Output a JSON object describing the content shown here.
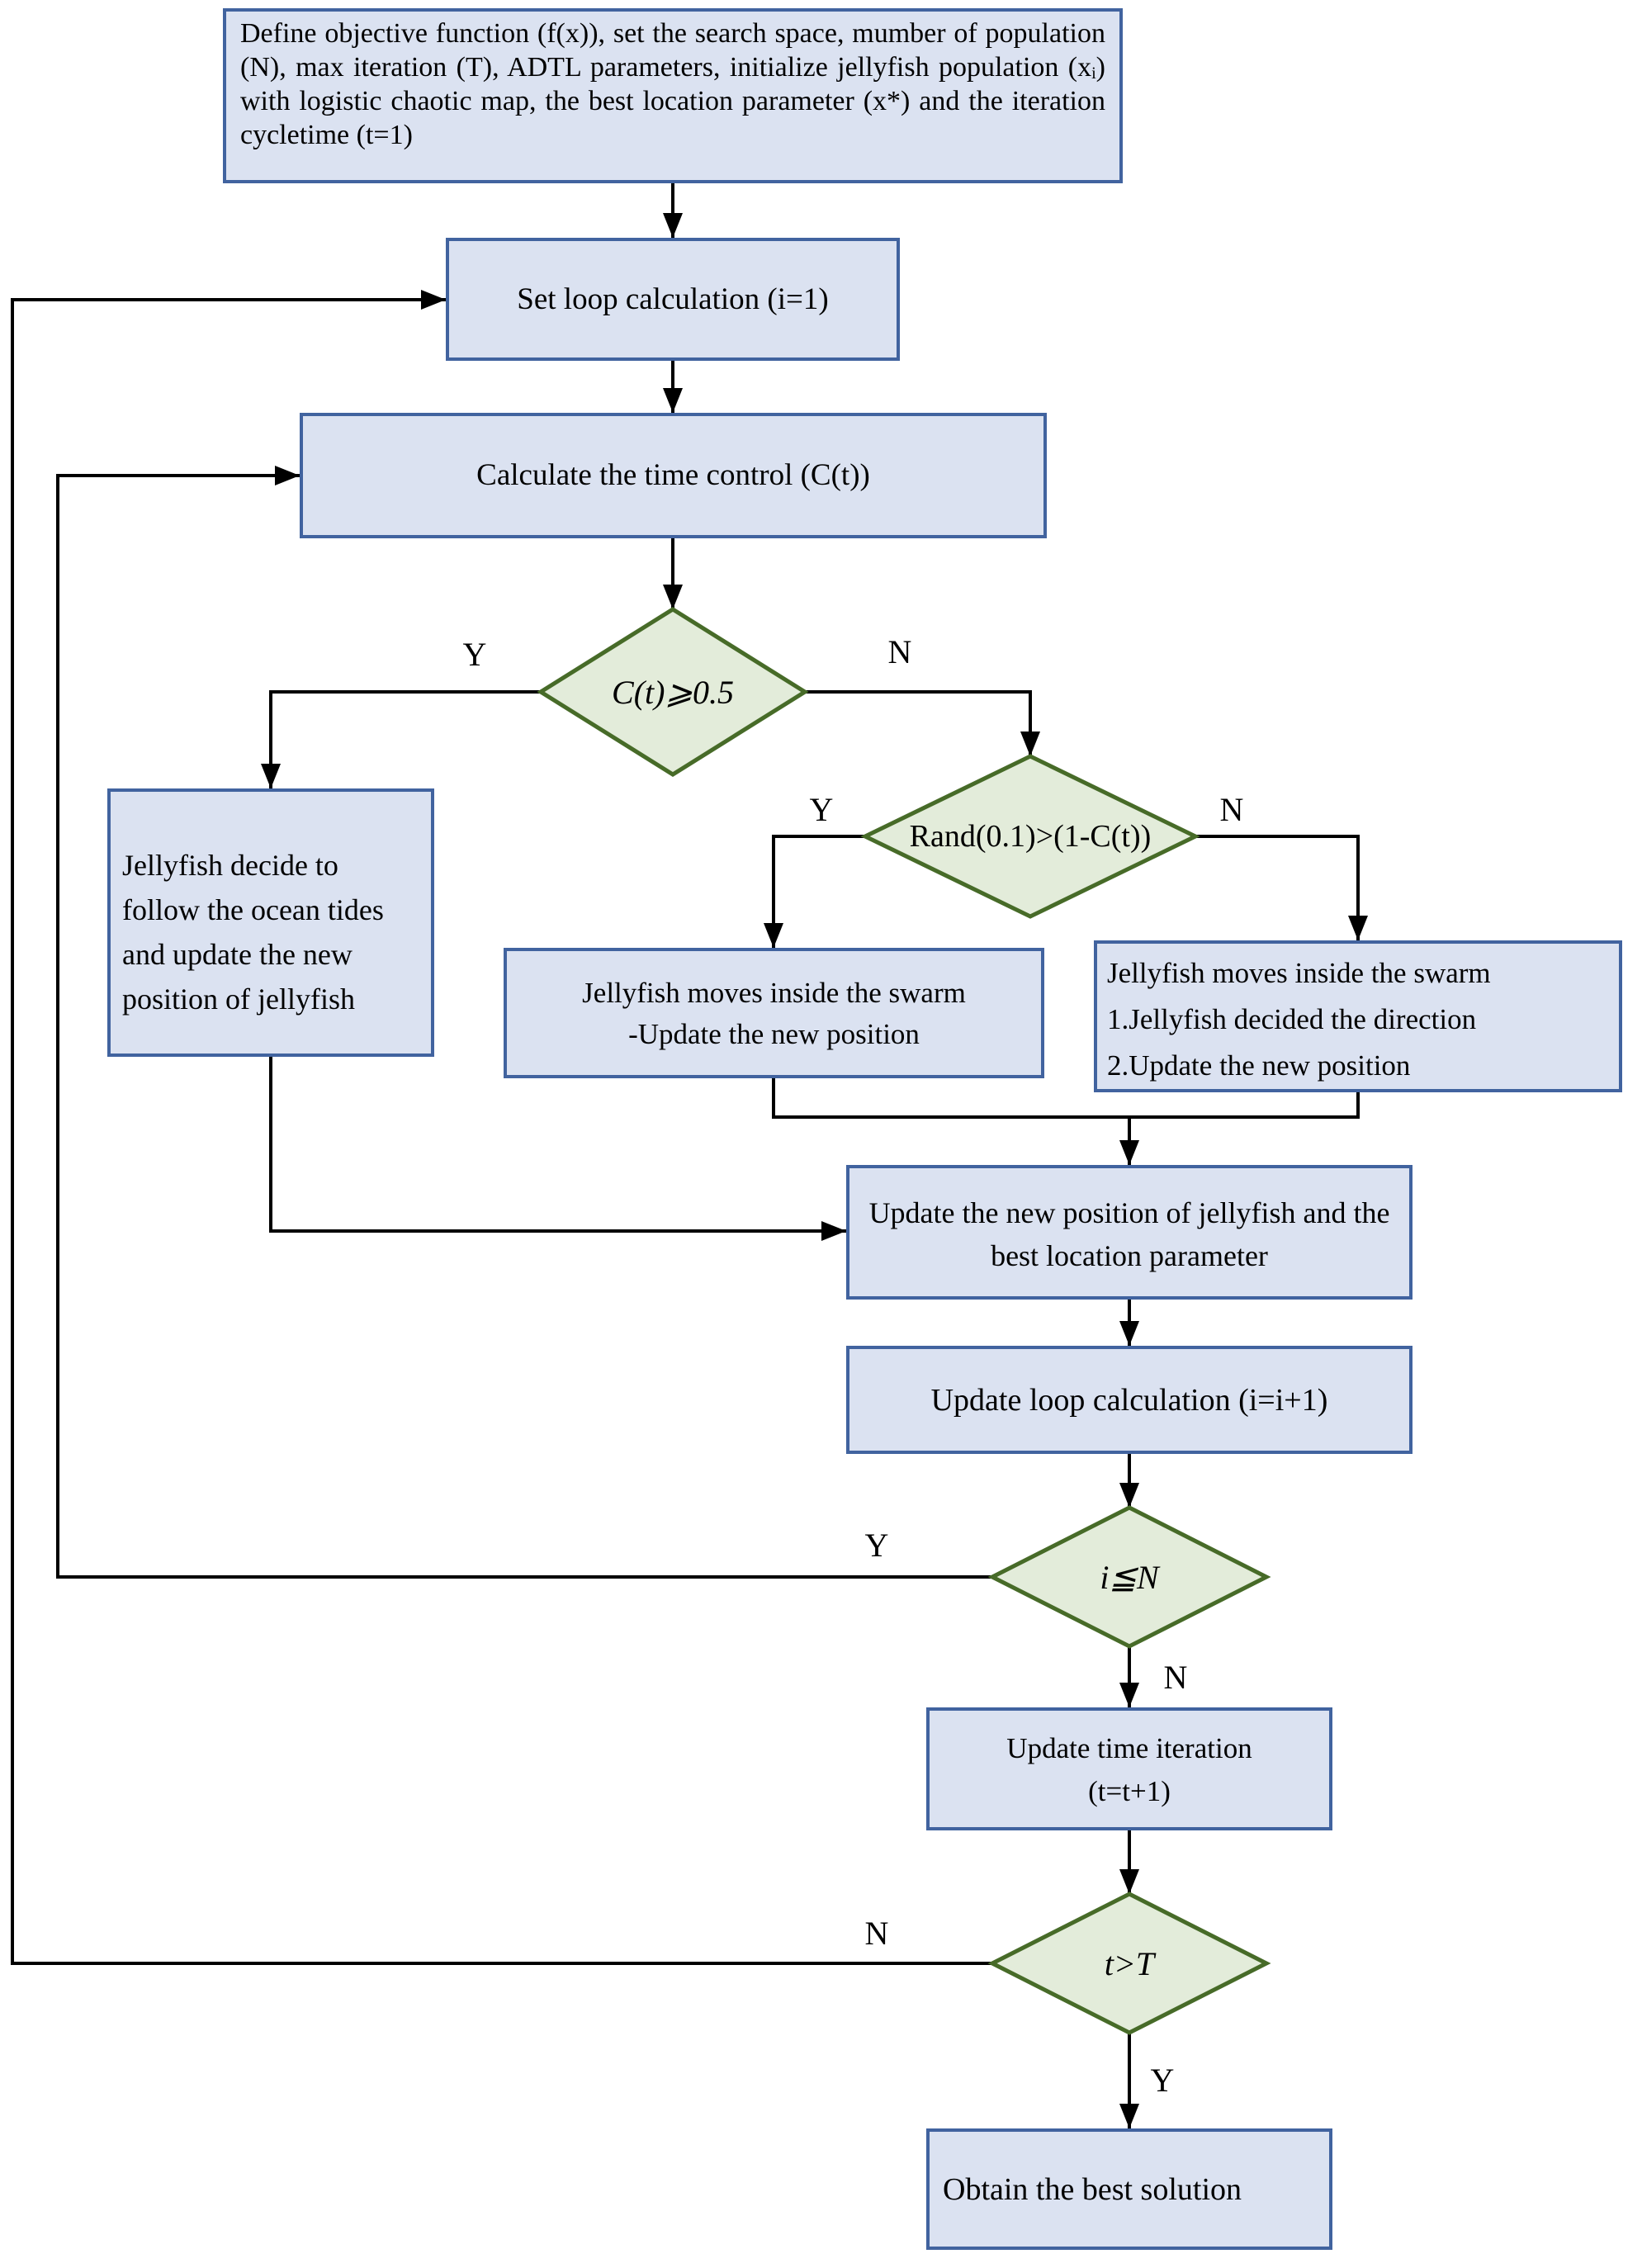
{
  "figure": {
    "kind": "flowchart",
    "topic": "ADTL jellyfish search optimization algorithm"
  },
  "colors": {
    "process_fill": "#dbe2f1",
    "process_border": "#41639f",
    "decision_fill": "#e3ecda",
    "decision_border": "#476b28",
    "line": "#000000",
    "text": "#000000"
  },
  "nodes": {
    "init": {
      "text": "Define objective function (f(x)), set the search space, mumber of population (N), max iteration (T), ADTL parameters, initialize jellyfish population (xᵢ) with logistic chaotic map, the best location parameter (x*) and the iteration cycletime (t=1)"
    },
    "set_loop": {
      "text": "Set loop calculation (i=1)"
    },
    "calc_time_control": {
      "text": "Calculate the time control (C(t))"
    },
    "decision_time_control": {
      "text": "C(t)⩾0.5"
    },
    "follow_tides": {
      "text": "Jellyfish decide to follow the ocean tides and update the new position of jellyfish"
    },
    "decision_rand": {
      "text": "Rand(0.1)>(1-C(t))"
    },
    "swarm_passive": {
      "line1": "Jellyfish moves inside the swarm",
      "line2": "-Update the new position"
    },
    "swarm_active": {
      "line1": "Jellyfish moves inside the swarm",
      "line2": "1.Jellyfish decided the direction",
      "line3": "2.Update the new position"
    },
    "update_position": {
      "text": "Update the new position of jellyfish and the best location parameter"
    },
    "update_loop": {
      "text": "Update loop calculation (i=i+1)"
    },
    "decision_i_n": {
      "text": "i≦N"
    },
    "update_time": {
      "line1": "Update time iteration",
      "line2": "(t=t+1)"
    },
    "decision_t_T": {
      "text": "t>T"
    },
    "obtain_best": {
      "text": "Obtain the best solution"
    }
  },
  "branch_labels": {
    "d1_yes": "Y",
    "d1_no": "N",
    "d2_yes": "Y",
    "d2_no": "N",
    "d3_yes": "Y",
    "d3_no": "N",
    "d4_no": "N",
    "d4_yes": "Y"
  }
}
